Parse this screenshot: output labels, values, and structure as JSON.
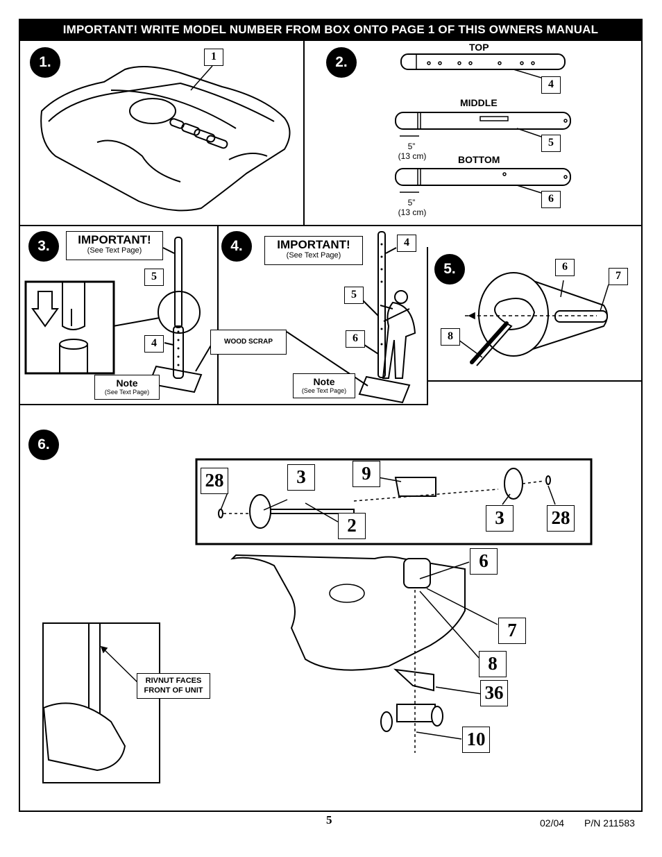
{
  "banner": "IMPORTANT!   WRITE MODEL NUMBER FROM BOX ONTO PAGE 1 OF THIS OWNERS MANUAL",
  "steps": [
    "1.",
    "2.",
    "3.",
    "4.",
    "5.",
    "6."
  ],
  "step2": {
    "top_label": "TOP",
    "middle_label": "MIDDLE",
    "bottom_label": "BOTTOM",
    "dim_value": "5”",
    "dim_metric": "(13 cm)"
  },
  "important": {
    "title": "IMPORTANT!",
    "sub": "(See Text Page)"
  },
  "note": {
    "title": "Note",
    "sub": "(See Text Page)"
  },
  "wood_scrap": "WOOD SCRAP",
  "rivnut": "RIVNUT FACES FRONT OF UNIT",
  "parts": {
    "p1": "1",
    "p4": "4",
    "p5": "5",
    "p6": "6",
    "s3_5": "5",
    "s3_4": "4",
    "s4_4": "4",
    "s4_5": "5",
    "s4_6": "6",
    "s5_6": "6",
    "s5_7": "7",
    "s5_8": "8",
    "s6_28a": "28",
    "s6_3a": "3",
    "s6_9": "9",
    "s6_2": "2",
    "s6_3b": "3",
    "s6_28b": "28",
    "s6_6": "6",
    "s6_7": "7",
    "s6_8": "8",
    "s6_36": "36",
    "s6_10": "10"
  },
  "footer": {
    "page": "5",
    "date": "02/04",
    "pn": "P/N 211583"
  }
}
